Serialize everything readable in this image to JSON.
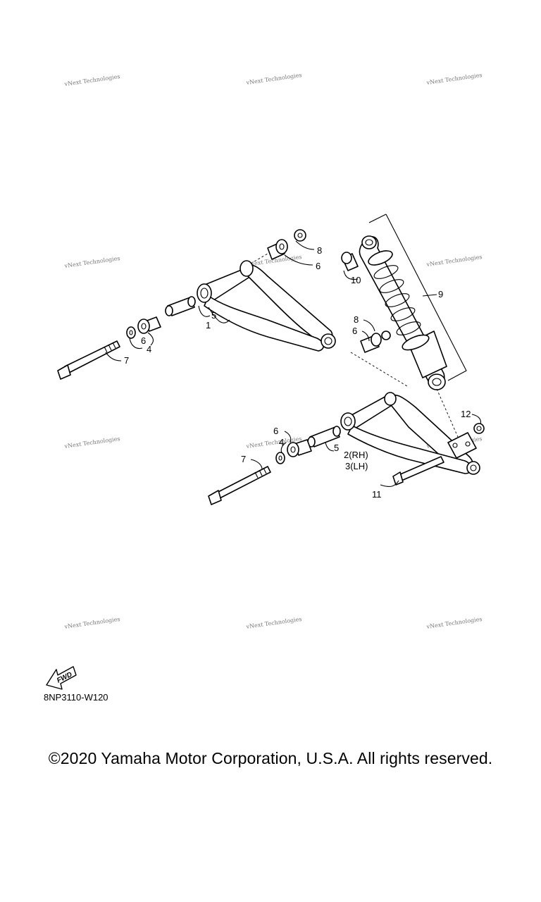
{
  "watermark": {
    "text": "vNext Technologies"
  },
  "callouts": {
    "c1": "1",
    "c5a": "5",
    "c6a": "6",
    "c4a": "4",
    "c7a": "7",
    "c8a": "8",
    "c6b": "6",
    "c10": "10",
    "c9": "9",
    "c8b": "8",
    "c6c": "6",
    "c12": "12",
    "c6d": "6",
    "c4b": "4",
    "c7b": "7",
    "c5b": "5",
    "c2": "2(RH)",
    "c3": "3(LH)",
    "c11": "11"
  },
  "fwd_label": "FWD",
  "diagram_code": "8NP3110-W120",
  "copyright": "©2020 Yamaha Motor Corporation, U.S.A. All rights reserved."
}
